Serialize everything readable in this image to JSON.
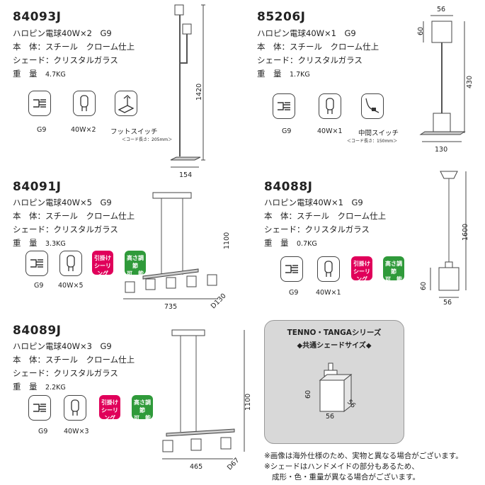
{
  "products": [
    {
      "model": "84093J",
      "bulb": "ハロピン電球40W×2　G9",
      "body": "本　体：スチール　クローム仕上",
      "shade": "シェード：クリスタルガラス",
      "weight_label": "重　量",
      "weight": "4.7KG",
      "icon_labels": [
        "G9",
        "40W×2",
        "フットスイッチ"
      ],
      "cord_note": "＜コード長さ：205mm＞",
      "dims": [
        "1420",
        "154"
      ]
    },
    {
      "model": "85206J",
      "bulb": "ハロピン電球40W×1　G9",
      "body": "本　体：スチール　クローム仕上",
      "shade": "シェード：クリスタルガラス",
      "weight_label": "重　量",
      "weight": "1.7KG",
      "icon_labels": [
        "G9",
        "40W×1",
        "中間スイッチ"
      ],
      "cord_note": "＜コード長さ：150mm＞",
      "dims": [
        "56",
        "60",
        "430",
        "130"
      ]
    },
    {
      "model": "84091J",
      "bulb": "ハロピン電球40W×5　G9",
      "body": "本　体：スチール　クローム仕上",
      "shade": "シェード：クリスタルガラス",
      "weight_label": "重　量",
      "weight": "3.3KG",
      "icon_labels": [
        "G9",
        "40W×5"
      ],
      "badges": [
        [
          "引掛け",
          "シーリング"
        ],
        [
          "高さ調節",
          "可　能"
        ]
      ],
      "dims": [
        "1100",
        "735",
        "D130"
      ]
    },
    {
      "model": "84088J",
      "bulb": "ハロピン電球40W×1　G9",
      "body": "本　体：スチール　クローム仕上",
      "shade": "シェード：クリスタルガラス",
      "weight_label": "重　量",
      "weight": "0.7KG",
      "icon_labels": [
        "G9",
        "40W×1"
      ],
      "badges": [
        [
          "引掛け",
          "シーリング"
        ],
        [
          "高さ調節",
          "可　能"
        ]
      ],
      "dims": [
        "1600",
        "60",
        "56"
      ]
    },
    {
      "model": "84089J",
      "bulb": "ハロピン電球40W×3　G9",
      "body": "本　体：スチール　クローム仕上",
      "shade": "シェード：クリスタルガラス",
      "weight_label": "重　量",
      "weight": "2.2KG",
      "icon_labels": [
        "G9",
        "40W×3"
      ],
      "badges": [
        [
          "引掛け",
          "シーリング"
        ],
        [
          "高さ調節",
          "可　能"
        ]
      ],
      "dims": [
        "1100",
        "465",
        "D67"
      ]
    }
  ],
  "common_box": {
    "title": "TENNO・TANGAシリーズ",
    "subtitle": "◆共通シェードサイズ◆",
    "dims": [
      "60",
      "56",
      "56"
    ]
  },
  "notes": [
    "※画像は海外仕様のため、実物と異なる場合がございます。",
    "※シェードはハンドメイドの部分もあるため、",
    "成形・色・重量が異なる場合がございます。"
  ],
  "colors": {
    "pink_badge": "#e0005a",
    "green_badge": "#2f9a3a",
    "common_bg": "#d8d8d8"
  }
}
